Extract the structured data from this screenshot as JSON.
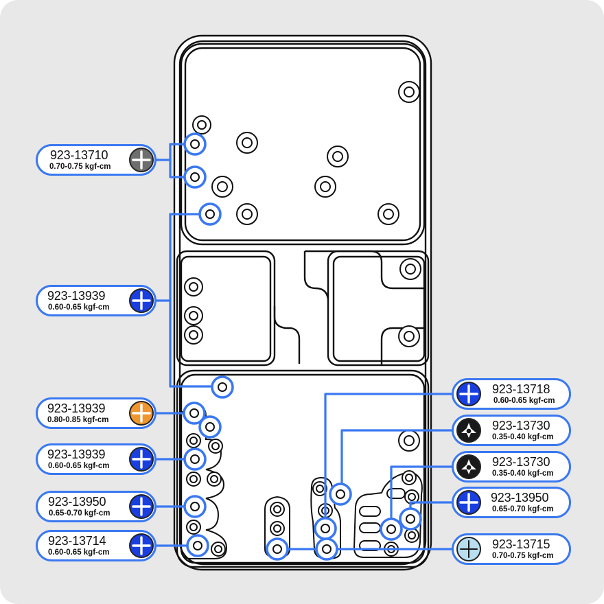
{
  "diagram": {
    "description_title": "Screw map",
    "colors": {
      "background": "#e8e8e8",
      "panel": "#ffffff",
      "accent": "#3a78f2",
      "outline": "#111111"
    }
  },
  "screws": [
    {
      "part": "923-13710",
      "torque": "0.70-0.75 kgf-cm",
      "head_color": "#6e6e6e",
      "icon": "phillips-head-icon"
    },
    {
      "part": "923-13939",
      "torque": "0.60-0.65 kgf-cm",
      "head_color": "#1a3fe0",
      "icon": "phillips-head-icon"
    },
    {
      "part": "923-13939",
      "torque": "0.80-0.85 kgf-cm",
      "head_color": "#f0962c",
      "icon": "phillips-head-icon"
    },
    {
      "part": "923-13939",
      "torque": "0.60-0.65 kgf-cm",
      "head_color": "#1a3fe0",
      "icon": "phillips-head-icon"
    },
    {
      "part": "923-13950",
      "torque": "0.65-0.70 kgf-cm",
      "head_color": "#1a3fe0",
      "icon": "phillips-head-icon"
    },
    {
      "part": "923-13714",
      "torque": "0.60-0.65 kgf-cm",
      "head_color": "#1a3fe0",
      "icon": "phillips-head-icon"
    },
    {
      "part": "923-13718",
      "torque": "0.60-0.65 kgf-cm",
      "head_color": "#1a3fe0",
      "icon": "phillips-head-icon"
    },
    {
      "part": "923-13730",
      "torque": "0.35-0.40 kgf-cm",
      "head_color": "#1a1a1a",
      "icon": "tri-wing-head-icon"
    },
    {
      "part": "923-13730",
      "torque": "0.35-0.40 kgf-cm",
      "head_color": "#1a1a1a",
      "icon": "tri-wing-head-icon"
    },
    {
      "part": "923-13950",
      "torque": "0.65-0.70 kgf-cm",
      "head_color": "#1a3fe0",
      "icon": "phillips-head-icon"
    },
    {
      "part": "923-13715",
      "torque": "0.70-0.75 kgf-cm",
      "head_color": "#b8def0",
      "icon": "phillips-head-icon"
    }
  ]
}
